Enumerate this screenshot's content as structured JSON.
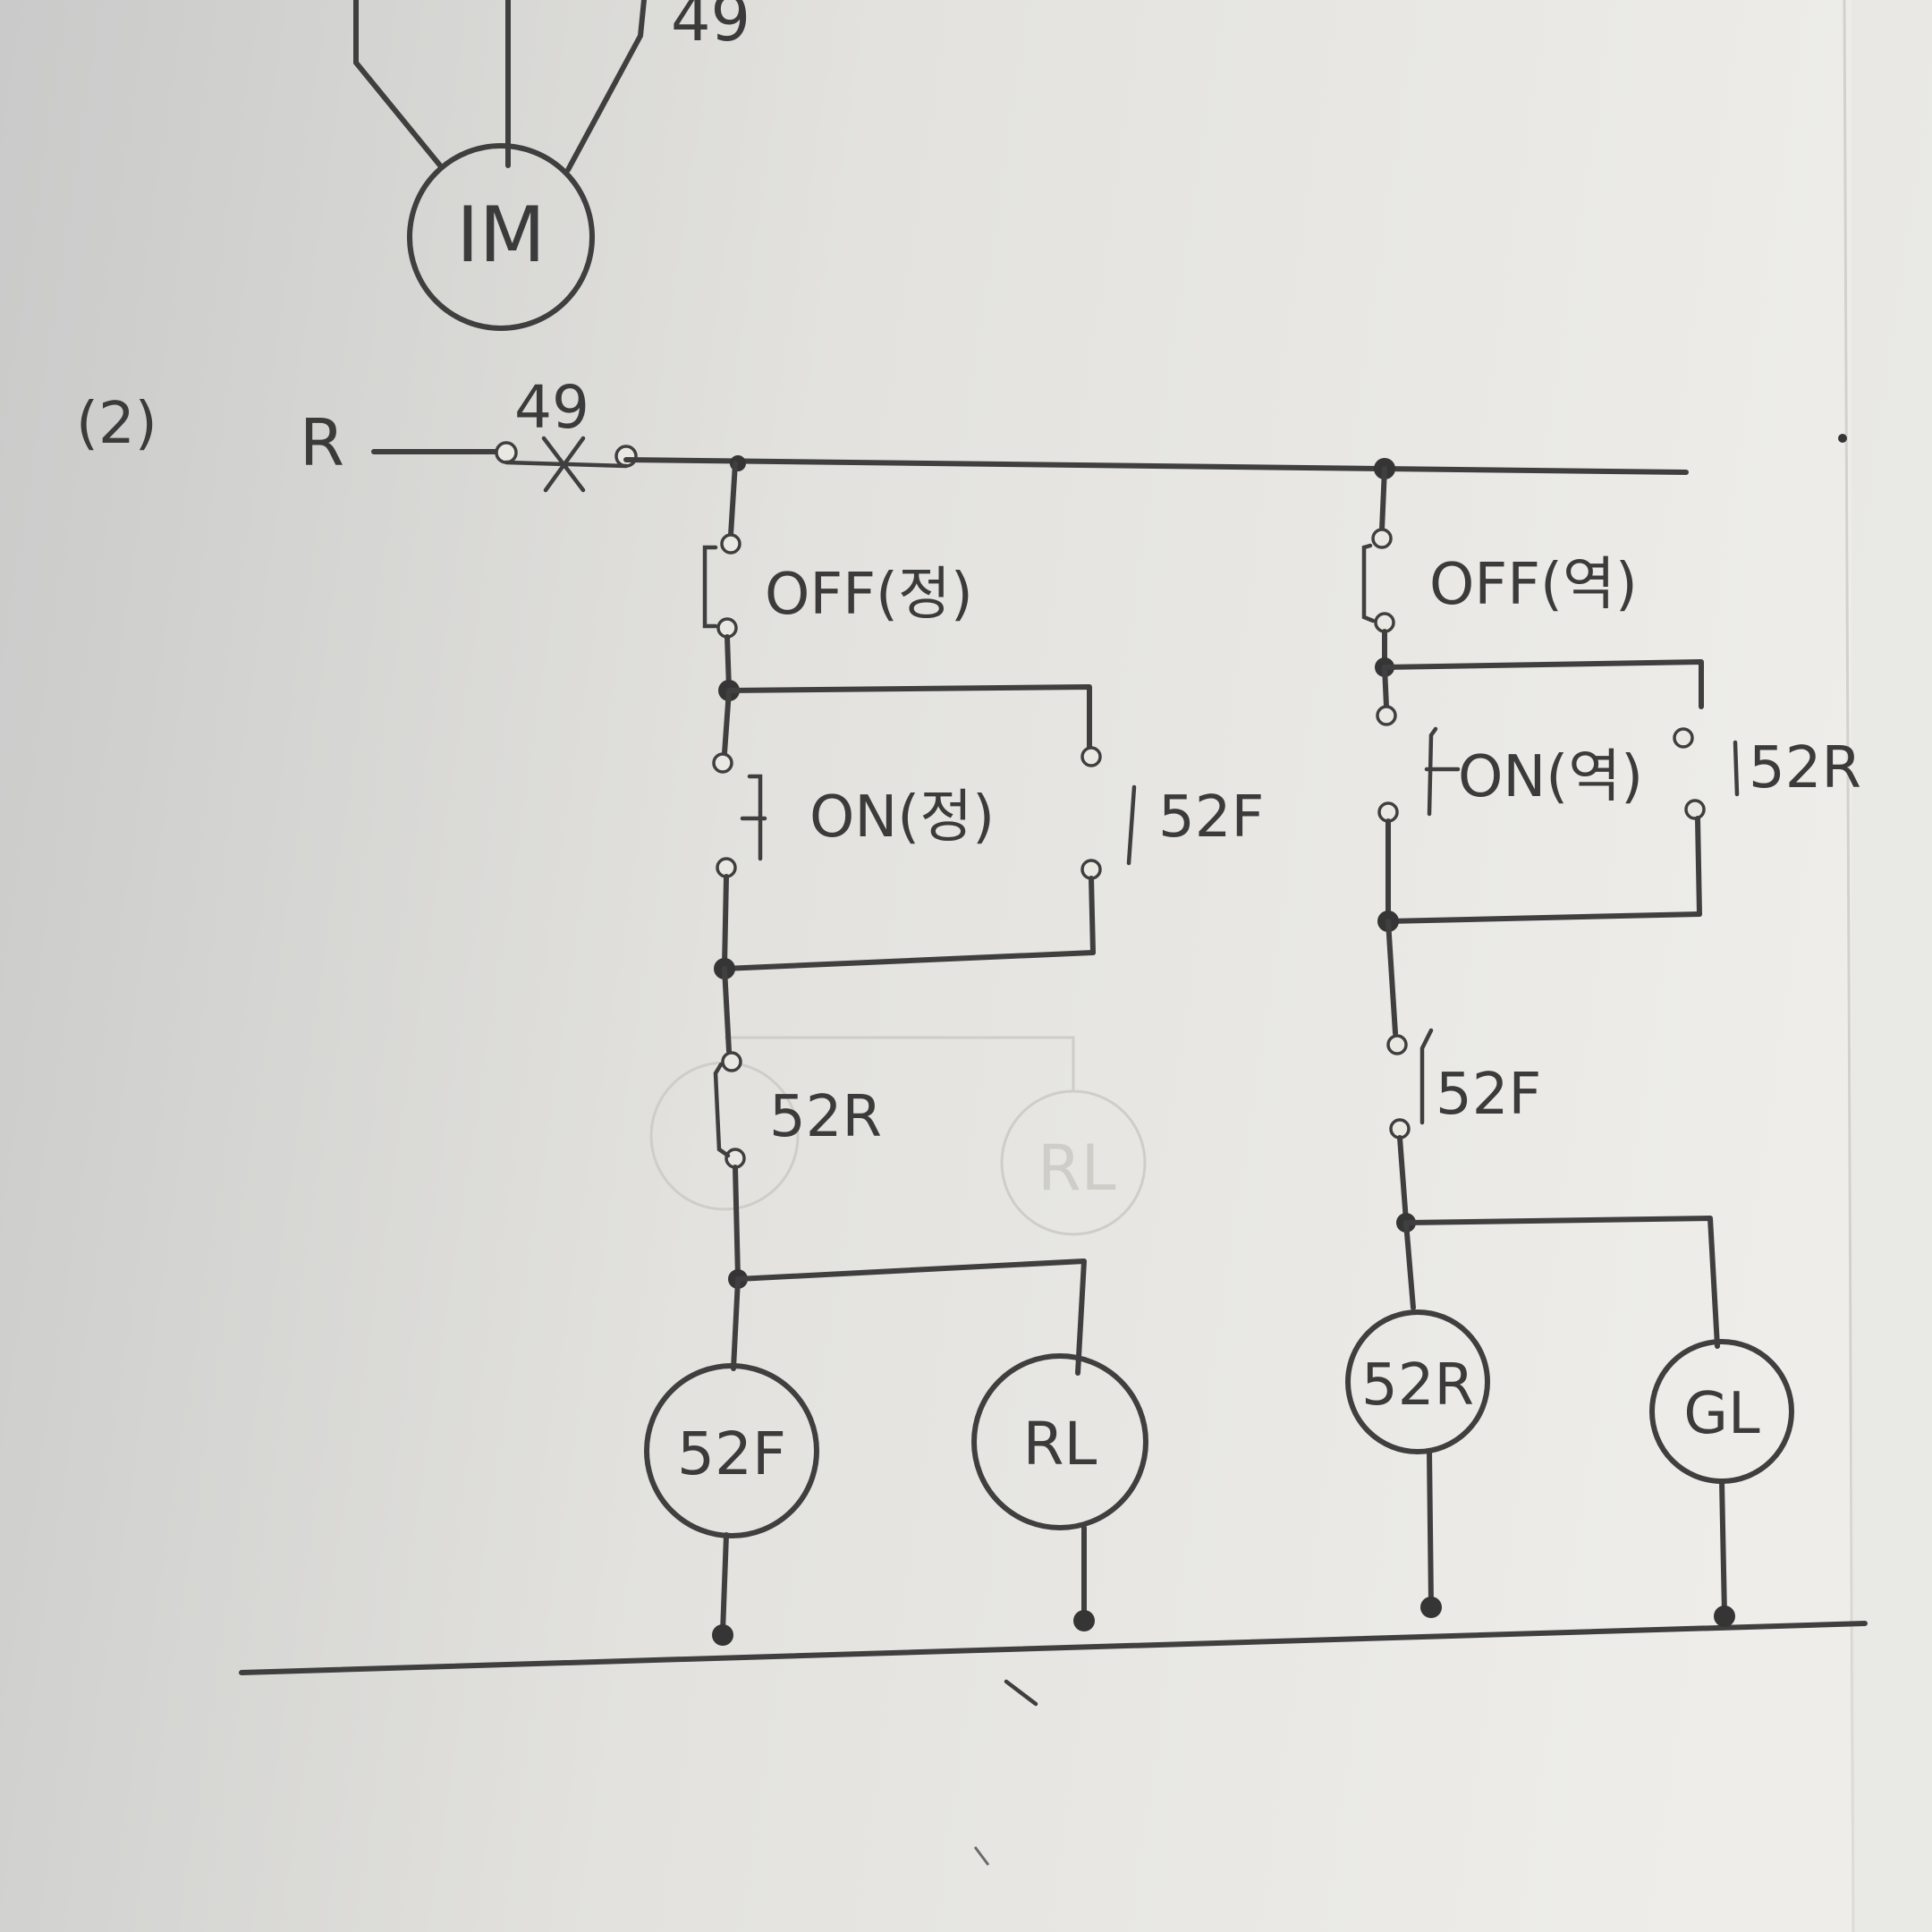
{
  "paper": {
    "left_shade": "#cfd0ce",
    "right_shade": "#ecebe7",
    "ink": "#3f3f3f"
  },
  "motor": {
    "label": "IM",
    "relay_label": "49"
  },
  "part_label": "(2)",
  "source_label": "R",
  "thermal_relay_label": "49",
  "forward_branch": {
    "off_switch_label": "OFF(정)",
    "on_switch_label": "ON(정)",
    "holding_contact_label": "52F",
    "interlock_contact_label": "52R",
    "coil_label": "52F",
    "lamp_label": "RL"
  },
  "reverse_branch": {
    "off_switch_label": "OFF(역)",
    "on_switch_label": "ON(역)",
    "holding_contact_label": "52R",
    "interlock_contact_label": "52F",
    "coil_label": "52R",
    "lamp_label": "GL"
  },
  "ghost_marks": {
    "lamp_label": "RL"
  }
}
